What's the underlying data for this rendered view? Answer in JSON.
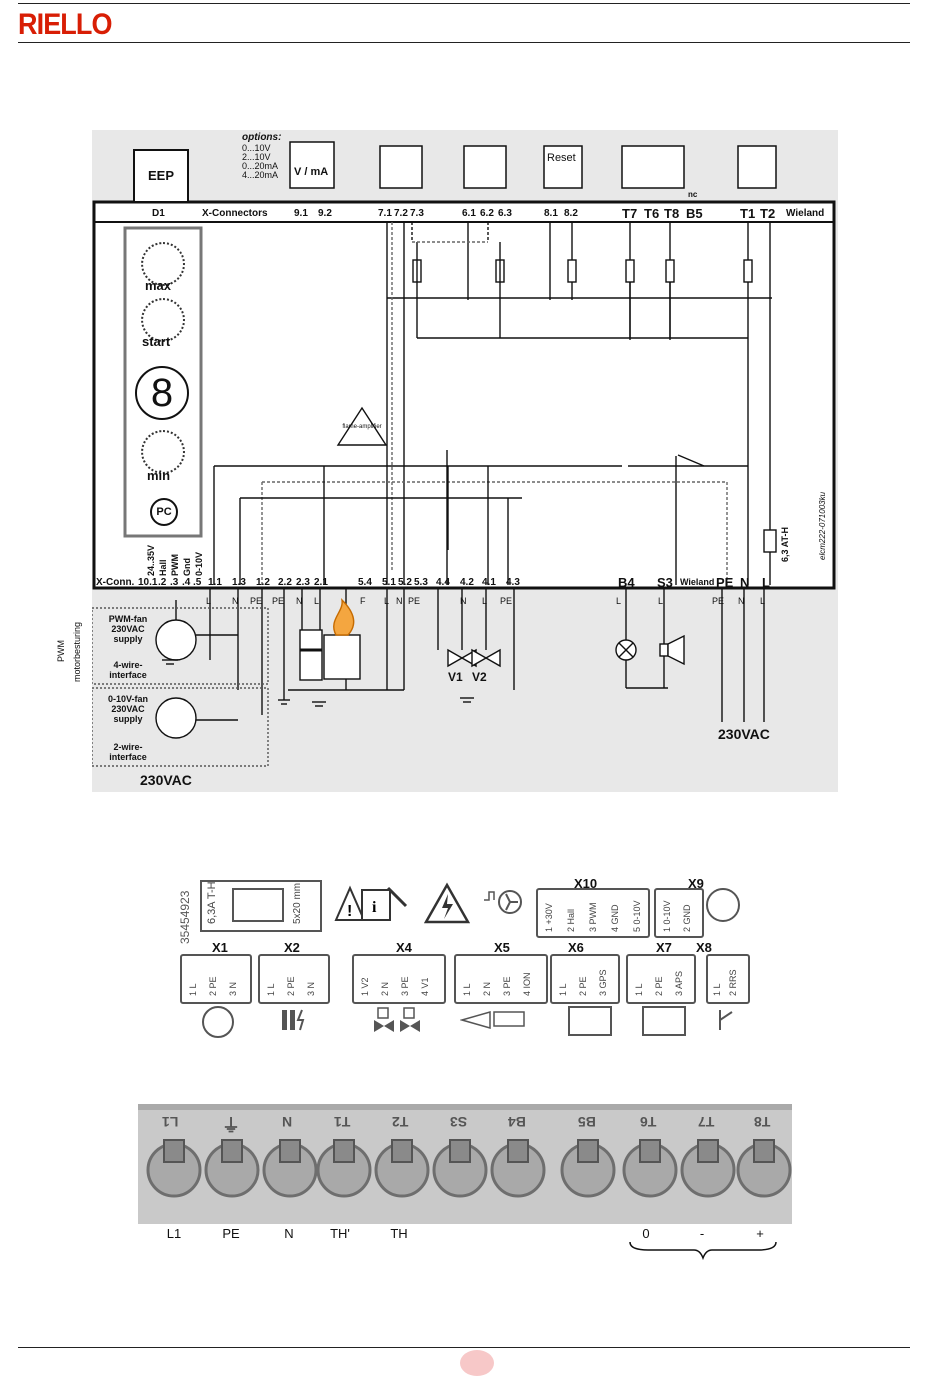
{
  "header": {
    "brand": "RIELLO"
  },
  "wiring": {
    "options_title": "options:",
    "options": [
      "0...10V",
      "2...10V",
      "0...20mA",
      "4...20mA"
    ],
    "eep": "EEP",
    "d1": "D1",
    "x_connectors": "X-Connectors",
    "wieland": "Wieland",
    "top_terminals": [
      "9.1",
      "9.2",
      "7.1",
      "7.2",
      "7.3",
      "6.1",
      "6.2",
      "6.3",
      "8.1",
      "8.2"
    ],
    "t_terminals": [
      "T7",
      "T6",
      "T8",
      "B5",
      "T1",
      "T2"
    ],
    "reset": "Reset",
    "v_ma": "V / mA",
    "nc": "nc",
    "panel_labels": [
      "max",
      "start",
      "min"
    ],
    "display_digit": "8",
    "pc": "PC",
    "flame_amplifier": "flame-amplifier",
    "fuse": "6,3 AT-H",
    "doc_code": "elcm222-071003ku",
    "x_conn": "X-Conn.",
    "bottom_terminals": [
      "10.1",
      ".2",
      ".3",
      ".4",
      ".5",
      "1.1",
      "1.3",
      "1.2",
      "2.2",
      "2.3",
      "2.1",
      "5.4",
      "5.1",
      "5.2",
      "5.3",
      "4.4",
      "4.2",
      "4.1",
      "4.3"
    ],
    "b4": "B4",
    "s3": "S3",
    "wieland_bottom": "Wieland",
    "pe_n_l": [
      "PE",
      "N",
      "L"
    ],
    "vertical_labels": [
      "24..35V",
      "Hall",
      "PWM",
      "Gnd",
      "0-10V"
    ],
    "wire_letters": [
      "L",
      "N",
      "PE",
      "PE",
      "N",
      "L",
      "F",
      "L",
      "N",
      "PE",
      "N",
      "L",
      "PE",
      "L",
      "L",
      "PE",
      "N",
      "L"
    ],
    "pwm_fan": "PWM-fan 230VAC supply",
    "four_wire": "4-wire-interface",
    "fan_010": "0-10V-fan 230VAC supply",
    "two_wire": "2-wire-interface",
    "side_pwm": "PWM",
    "side_motor": "motorbesturing",
    "v1": "V1",
    "v2": "V2",
    "vac_left": "230VAC",
    "vac_right": "230VAC",
    "pe_tick": "PE",
    "l_tick": "L",
    "n_tick": "N"
  },
  "label_panel": {
    "code": "35454923",
    "fuse_rating": "6,3A T-H",
    "fuse_size": "5x20 mm",
    "connectors": [
      {
        "id": "X10",
        "pins": [
          "1 +30V",
          "2 Hall",
          "3 PWM",
          "4 GND",
          "5 0-10V"
        ]
      },
      {
        "id": "X9",
        "pins": [
          "1 0-10V",
          "2 GND"
        ]
      },
      {
        "id": "X1",
        "pins": [
          "1 L",
          "2 PE",
          "3 N"
        ]
      },
      {
        "id": "X2",
        "pins": [
          "1 L",
          "2 PE",
          "3 N"
        ]
      },
      {
        "id": "X4",
        "pins": [
          "1 V2",
          "2 N",
          "3 PE",
          "4 V1"
        ]
      },
      {
        "id": "X5",
        "pins": [
          "1 L",
          "2 N",
          "3 PE",
          "4 ION"
        ]
      },
      {
        "id": "X6",
        "pins": [
          "1 L",
          "2 PE",
          "3 GPS"
        ]
      },
      {
        "id": "X7",
        "pins": [
          "1 L",
          "2 PE",
          "3 APS"
        ]
      },
      {
        "id": "X8",
        "pins": [
          "1 L",
          "2 RRS"
        ]
      }
    ]
  },
  "terminal_strip": {
    "embossed": [
      "L1",
      "⏚",
      "N",
      "T1",
      "T2",
      "S3",
      "B4",
      "B5",
      "T6",
      "T7",
      "T8"
    ],
    "labels": [
      "L1",
      "PE",
      "N",
      "TH'",
      "TH"
    ],
    "sensor_labels": [
      "0",
      "-",
      "+"
    ]
  }
}
